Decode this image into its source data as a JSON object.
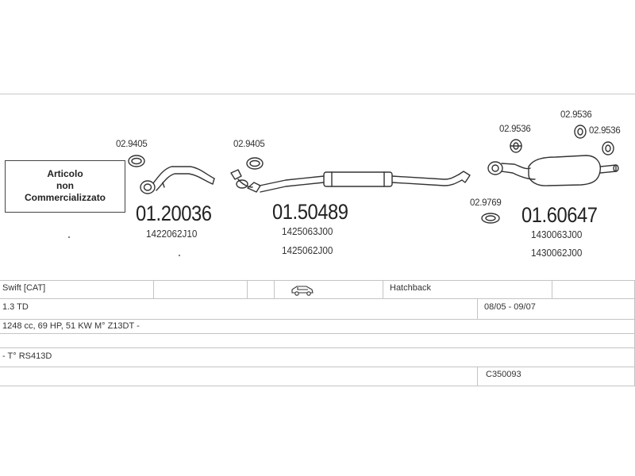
{
  "diagram": {
    "notice_lines": [
      "Articolo",
      "non",
      "Commercializzato"
    ],
    "clamp_codes": {
      "c1": "02.9405",
      "c2": "02.9405",
      "c3": "02.9536",
      "c4": "02.9536",
      "c5": "02.9536",
      "c6": "02.9769"
    },
    "parts": [
      {
        "number": "01.20036",
        "oem": [
          "1422062J10"
        ]
      },
      {
        "number": "01.50489",
        "oem": [
          "1425063J00",
          "1425062J00"
        ]
      },
      {
        "number": "01.60647",
        "oem": [
          "1430063J00",
          "1430062J00"
        ]
      }
    ]
  },
  "vehicle": {
    "model": "Swift  [CAT]",
    "body_icon": "car-hatchback-icon",
    "body_type": "Hatchback",
    "engine": "1.3 TD",
    "dates": "08/05 - 09/07",
    "specs": "1248 cc, 69 HP, 51 KW M° Z13DT -",
    "type_code": "- T° RS413D",
    "catalog_code": "C350093"
  }
}
